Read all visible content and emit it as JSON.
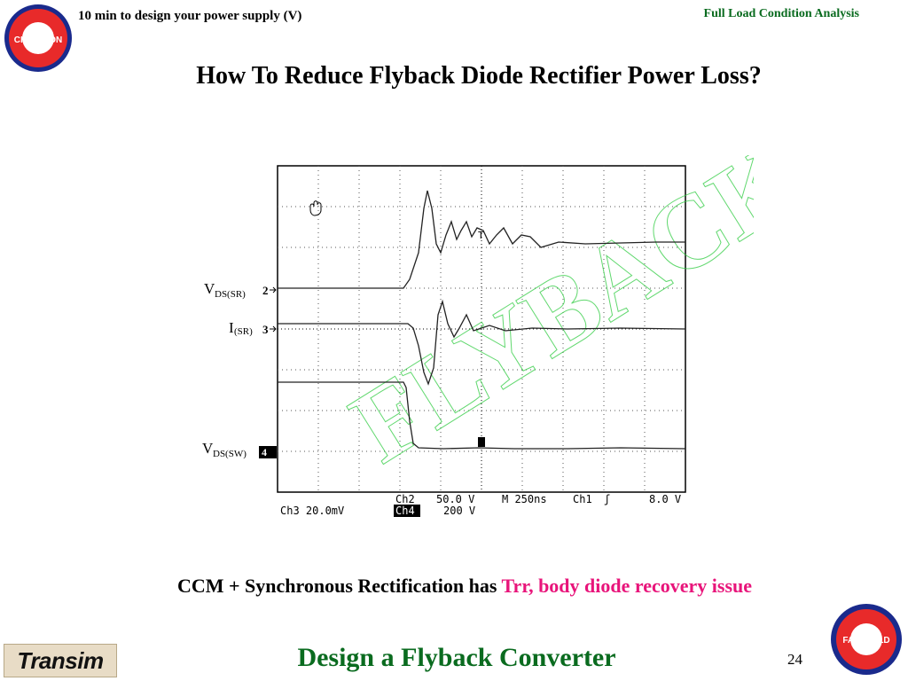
{
  "header": {
    "left_title": "10 min to design your power supply (V)",
    "right_title": "Full Load Condition Analysis"
  },
  "slide": {
    "title": "How To Reduce Flyback Diode Rectifier Power Loss?",
    "caption_main": "CCM + Synchronous Rectification has ",
    "caption_highlight": "Trr, body diode recovery issue",
    "footer_title": "Design a Flyback Converter",
    "page_number": "24"
  },
  "logos": {
    "champion_text": "CHAMPION",
    "fairchild_text": "FAIRCHILD",
    "transim_text": "Transim"
  },
  "scope": {
    "watermark": "FLYBACK",
    "channels": [
      {
        "label_main": "V",
        "label_sub": "DS(SR)",
        "marker": "2"
      },
      {
        "label_main": "I",
        "label_sub": "(SR)",
        "marker": "3"
      },
      {
        "label_main": "V",
        "label_sub": "DS(SW)",
        "marker": "4"
      }
    ],
    "readout_row1": {
      "ch": "Ch2",
      "val": "50.0 V",
      "time": "M 250ns",
      "trig": "Ch1",
      "trig_sym": "ʃ",
      "trig_val": "8.0 V"
    },
    "readout_row2": {
      "ch3": "Ch3  20.0mV",
      "ch4": "Ch4",
      "ch4_val": "200 V"
    }
  },
  "colors": {
    "accent_green": "#0a6b1f",
    "highlight_pink": "#e8147a",
    "watermark_green": "#2ecc40"
  }
}
